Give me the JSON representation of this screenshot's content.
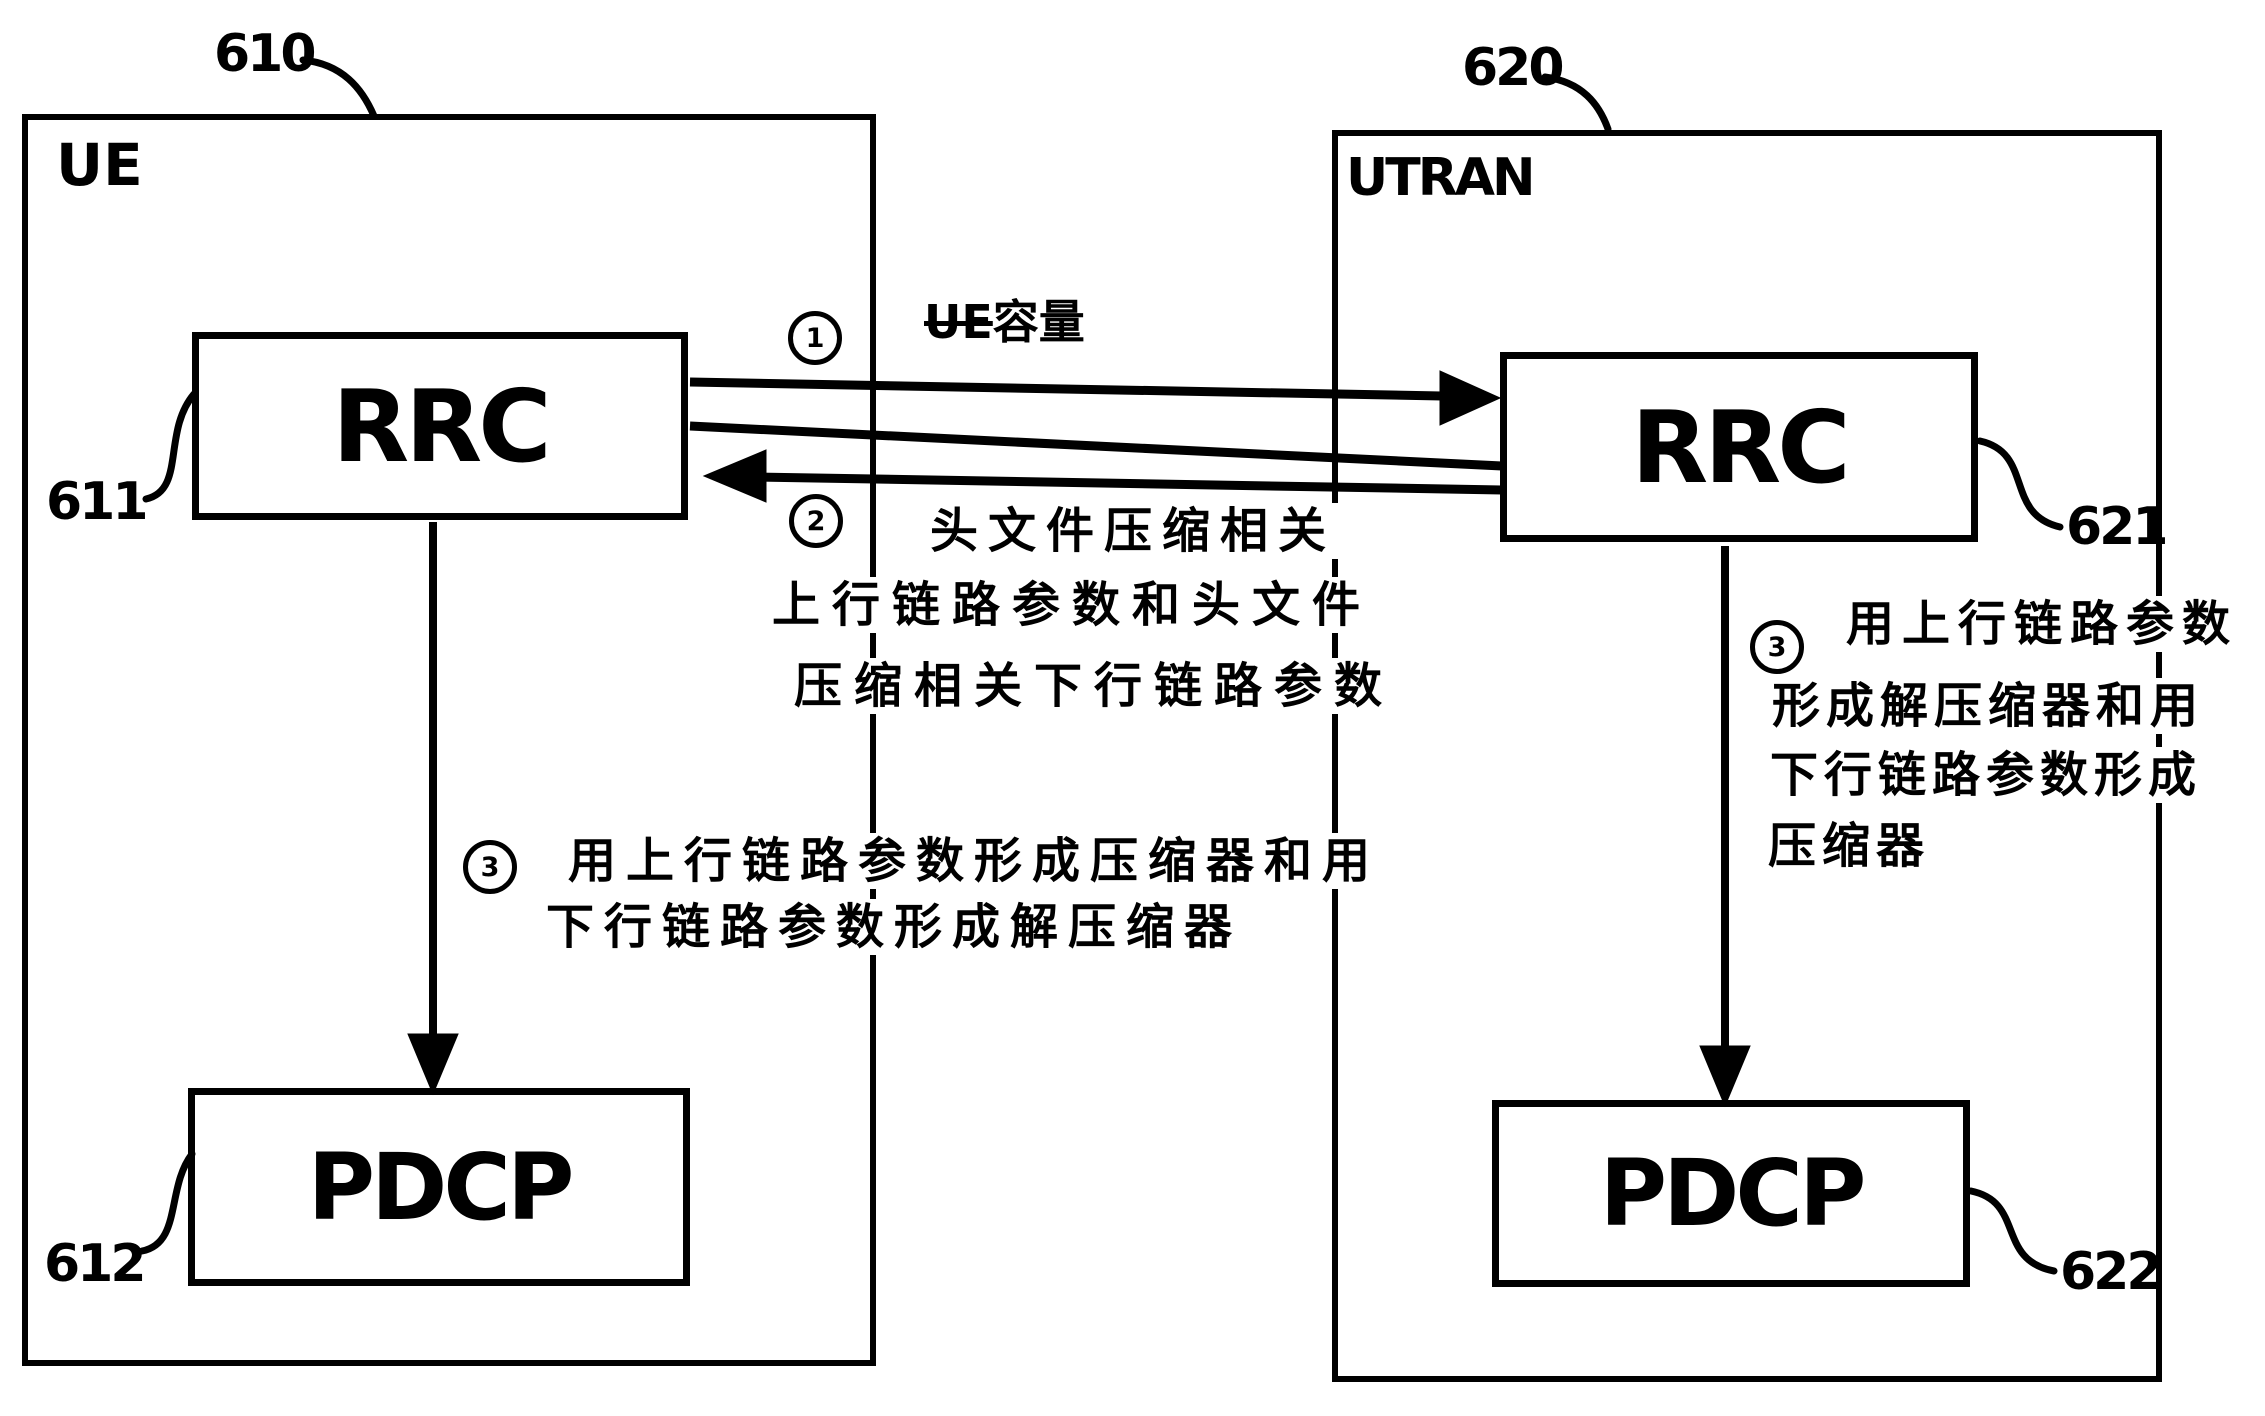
{
  "colors": {
    "ink": "#000000",
    "paper": "#ffffff"
  },
  "panels": {
    "ue": {
      "ref": "610",
      "title": "UE",
      "rrc_ref": "611",
      "rrc_label": "RRC",
      "pdcp_ref": "612",
      "pdcp_label": "PDCP"
    },
    "utran": {
      "ref": "620",
      "title": "UTRAN",
      "rrc_ref": "621",
      "rrc_label": "RRC",
      "pdcp_ref": "622",
      "pdcp_label": "PDCP"
    }
  },
  "steps": {
    "s1": {
      "num": "1",
      "label_struck": "UE",
      "label_rest": "容量"
    },
    "s2": {
      "num": "2",
      "lines": [
        "头文件压缩相关",
        "上行链路参数和头文件",
        "压缩相关下行链路参数"
      ]
    },
    "s3_ue": {
      "num": "3",
      "lines": [
        "用上行链路参数形成压缩器和用",
        "下行链路参数形成解压缩器"
      ]
    },
    "s3_utran": {
      "num": "3",
      "lines": [
        "用上行链路参数",
        "形成解压缩器和用",
        "下行链路参数形成",
        "压缩器"
      ]
    }
  }
}
